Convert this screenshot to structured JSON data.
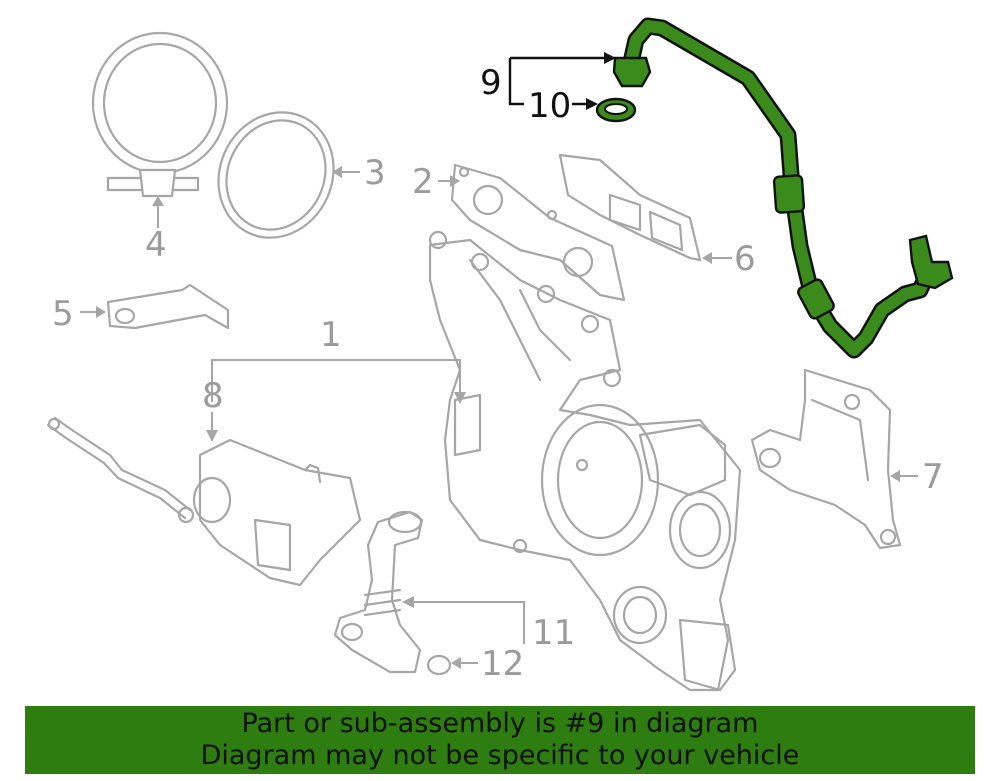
{
  "callouts": {
    "c1": "1",
    "c2": "2",
    "c3": "3",
    "c4": "4",
    "c5": "5",
    "c6": "6",
    "c7": "7",
    "c8": "8",
    "c9": "9",
    "c10": "10",
    "c11": "11",
    "c12": "12"
  },
  "banner": {
    "line1": "Part or sub-assembly is #9 in diagram",
    "line2": "Diagram may not be specific to your vehicle"
  },
  "colors": {
    "highlight": "#3b8a1c",
    "banner": "#2e7d10",
    "part_outline": "#a6a6a6"
  }
}
